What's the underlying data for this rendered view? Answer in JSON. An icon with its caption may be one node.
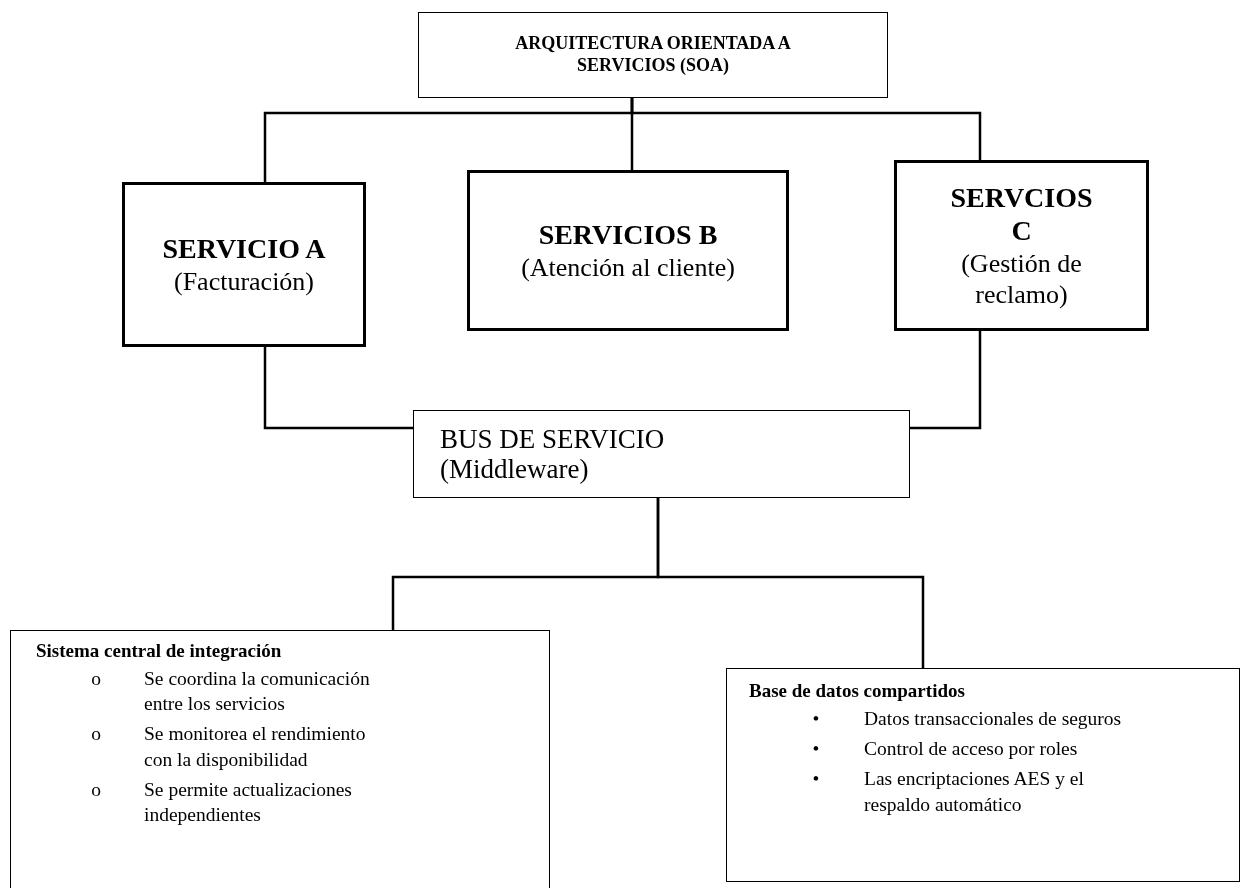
{
  "diagram": {
    "nodes": [
      {
        "text": [
          "ARQUITECTURA ORIENTADA A SERVICIOS (SOA)"
        ]
      },
      {
        "text": [
          "SERVICIO A",
          "(Facturación)"
        ]
      },
      {
        "text": [
          "SERVICIOS B",
          "(Atención al cliente)"
        ]
      },
      {
        "text": [
          "SERVCIOS C",
          "(Gestión de reclamo)"
        ]
      },
      {
        "text": [
          "BUS DE SERVICIO (Middleware)"
        ]
      },
      {
        "text": [
          "Sistema central de integración",
          "o",
          "Se coordina la comunicación entre los servicios",
          "o",
          "Se monitorea el rendimiento con la disponibilidad",
          "o",
          "Se permite actualizaciones independientes"
        ]
      },
      {
        "text": [
          "Base de datos compartidos",
          "•",
          "Datos transaccionales de seguros",
          "•",
          "Control de acceso por roles",
          "•",
          "Las encriptaciones AES y el respaldo automático"
        ]
      }
    ],
    "edges": [
      {
        "from": 0,
        "to": 1,
        "arrow": "none"
      },
      {
        "from": 0,
        "to": 2,
        "arrow": "none"
      },
      {
        "from": 0,
        "to": 3,
        "arrow": "none"
      },
      {
        "from": 1,
        "to": 4,
        "arrow": "none"
      },
      {
        "from": 3,
        "to": 4,
        "arrow": "none"
      },
      {
        "from": 4,
        "to": 5,
        "arrow": "none"
      },
      {
        "from": 4,
        "to": 6,
        "arrow": "none"
      }
    ]
  }
}
